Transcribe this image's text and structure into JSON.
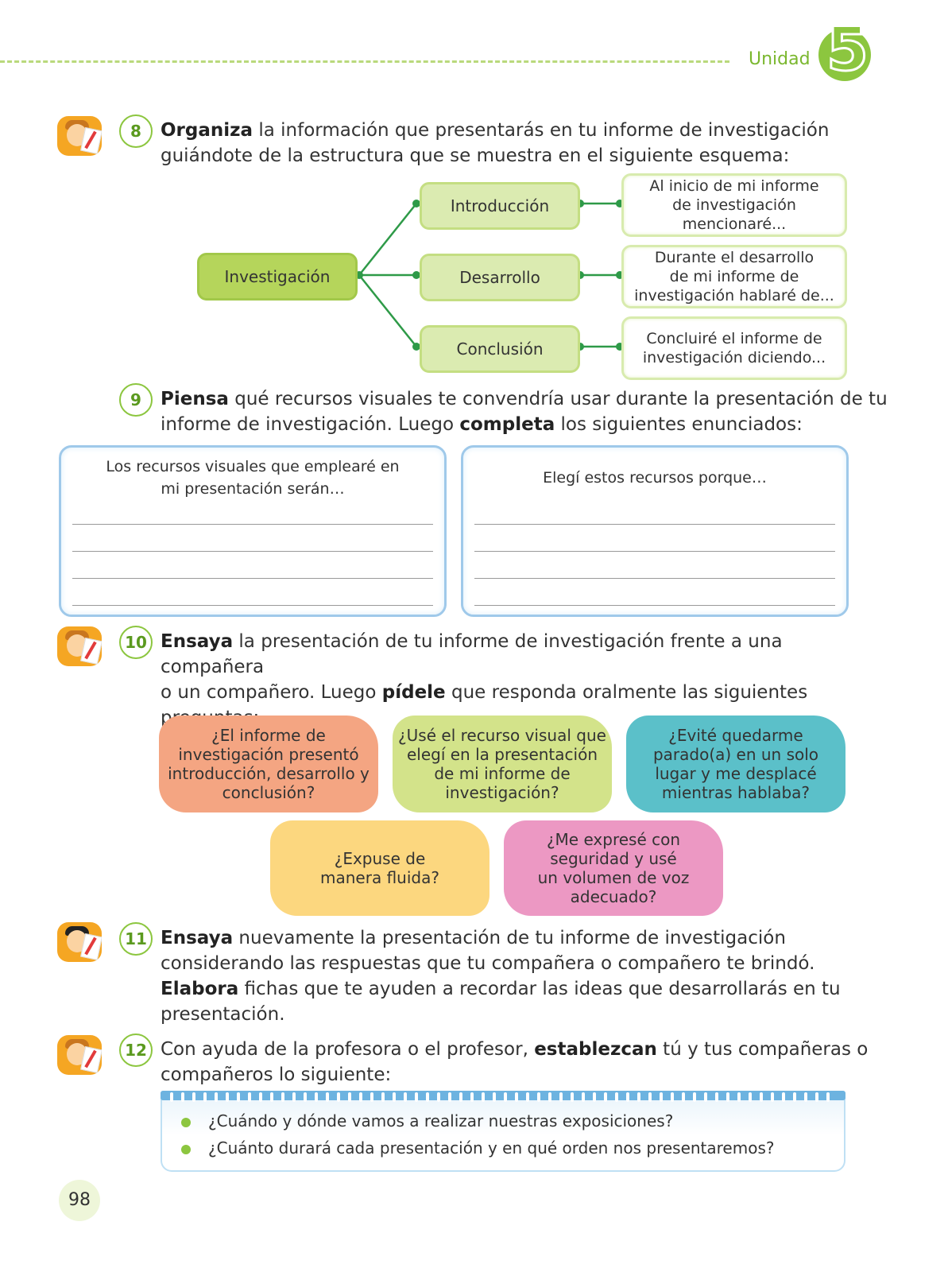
{
  "header": {
    "unit_label": "Unidad",
    "unit_number": "5"
  },
  "activities": {
    "a8": {
      "number": "8",
      "bold": "Organiza",
      "line1_rest": " la información que presentarás en tu informe de investigación",
      "line2": "guiándote de la estructura que se muestra en el siguiente esquema:"
    },
    "a9": {
      "number": "9",
      "bold1": "Piensa",
      "rest1": " qué recursos visuales te convendría usar durante la presentación de tu",
      "line2a": "informe de investigación. Luego ",
      "bold2": "completa",
      "line2b": " los siguientes enunciados:"
    },
    "a10": {
      "number": "10",
      "bold1": "Ensaya",
      "rest1": " la presentación de tu informe de investigación frente a una compañera",
      "line2a": "o un compañero. Luego ",
      "bold2": "pídele",
      "line2b": " que responda oralmente las siguientes",
      "line3": "preguntas:"
    },
    "a11": {
      "number": "11",
      "bold1": "Ensaya",
      "rest1": " nuevamente la presentación de tu informe de investigación",
      "line2": "considerando las respuestas que tu compañera o compañero te brindó.",
      "bold2": "Elabora",
      "rest3": " fichas que te ayuden a recordar las ideas que desarrollarás en tu",
      "line4": "presentación."
    },
    "a12": {
      "number": "12",
      "line1a": "Con ayuda de la profesora o el profesor, ",
      "bold": "establezcan",
      "line1b": " tú y tus compañeras o",
      "line2": "compañeros lo siguiente:"
    }
  },
  "diagram": {
    "root": "Investigación",
    "branches": [
      {
        "label": "Introducción",
        "detail": [
          "Al inicio de mi informe",
          "de investigación",
          "mencionaré..."
        ]
      },
      {
        "label": "Desarrollo",
        "detail": [
          "Durante el desarrollo",
          "de mi informe de",
          "investigación hablaré de..."
        ]
      },
      {
        "label": "Conclusión",
        "detail": [
          "Concluiré el informe de",
          "investigación diciendo..."
        ]
      }
    ]
  },
  "write_boxes": [
    {
      "title": [
        "Los recursos visuales que emplearé en",
        "mi presentación serán…"
      ]
    },
    {
      "title": [
        "Elegí estos recursos porque…"
      ]
    }
  ],
  "questions": [
    {
      "lines": [
        "¿El informe de",
        "investigación presentó",
        "introducción, desarrollo y",
        "conclusión?"
      ],
      "color": "#f4a582"
    },
    {
      "lines": [
        "¿Usé el recurso visual que",
        "elegí en la presentación",
        "de mi informe de",
        "investigación?"
      ],
      "color": "#d3e38a"
    },
    {
      "lines": [
        "¿Evité quedarme",
        "parado(a) en un solo",
        "lugar y me desplacé",
        "mientras hablaba?"
      ],
      "color": "#5bc0c9"
    },
    {
      "lines": [
        "¿Expuse de",
        "manera fluida?"
      ],
      "color": "#fcd77f"
    },
    {
      "lines": [
        "¿Me expresé con",
        "seguridad y usé",
        "un volumen de voz",
        "adecuado?"
      ],
      "color": "#ec98c3"
    }
  ],
  "checklist": [
    "¿Cuándo y dónde vamos a realizar nuestras exposiciones?",
    "¿Cuánto durará cada presentación y en qué orden nos presentaremos?"
  ],
  "page_number": "98"
}
